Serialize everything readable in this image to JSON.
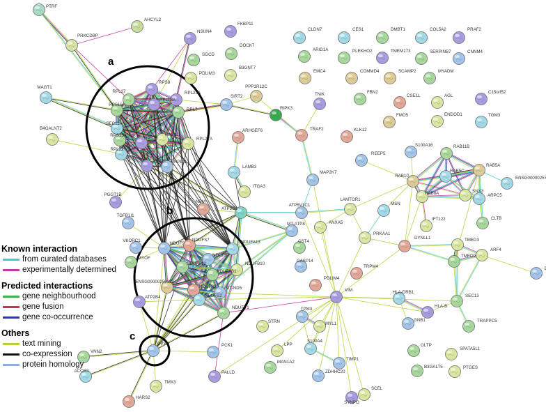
{
  "cluster_labels": [
    "a",
    "b",
    "c"
  ],
  "legend": {
    "groups": [
      {
        "title": "Known interaction",
        "items": [
          {
            "label": "from curated databases",
            "color": "#46c8cd"
          },
          {
            "label": "experimentally determined",
            "color": "#c4379d"
          }
        ]
      },
      {
        "title": "Predicted interactions",
        "items": [
          {
            "label": "gene neighbourhood",
            "color": "#39b54a"
          },
          {
            "label": "gene fusion",
            "color": "#d12e57"
          },
          {
            "label": "gene co-occurrence",
            "color": "#2b3a9c"
          }
        ]
      },
      {
        "title": "Others",
        "items": [
          {
            "label": "text mining",
            "color": "#b5d33a"
          },
          {
            "label": "co-expression",
            "color": "#111111"
          },
          {
            "label": "protein homology",
            "color": "#8fb0d8"
          }
        ]
      }
    ]
  },
  "nodes": [
    {
      "id": "PTRF",
      "color": "#a7d9c4"
    },
    {
      "id": "AHCYL2",
      "color": "#c6dd9c"
    },
    {
      "id": "PRKCDBP",
      "color": "#d5e2a3"
    },
    {
      "id": "NSUN4",
      "color": "#a99be0"
    },
    {
      "id": "FKBP11",
      "color": "#a99be0"
    },
    {
      "id": "SGCD",
      "color": "#a8d79b"
    },
    {
      "id": "DOCK7",
      "color": "#a8d79b"
    },
    {
      "id": "PDLIM3",
      "color": "#d8e6a0"
    },
    {
      "id": "B3GNT7",
      "color": "#d8e6a0"
    },
    {
      "id": "CLDN7",
      "color": "#a2d9e6"
    },
    {
      "id": "CES1",
      "color": "#a2d9e6"
    },
    {
      "id": "DMBT1",
      "color": "#a8d79b"
    },
    {
      "id": "COL5A2",
      "color": "#a2d9e6"
    },
    {
      "id": "PRAF2",
      "color": "#a99be0"
    },
    {
      "id": "ARID1A",
      "color": "#a8d79b"
    },
    {
      "id": "PLEKHO2",
      "color": "#a8d79b"
    },
    {
      "id": "TMEM173",
      "color": "#a99be0"
    },
    {
      "id": "SERPINB7",
      "color": "#a8d79b"
    },
    {
      "id": "CNNM4",
      "color": "#a2c4e8"
    },
    {
      "id": "EMC4",
      "color": "#dccb95"
    },
    {
      "id": "COMMD4",
      "color": "#dccb95"
    },
    {
      "id": "SCAMP2",
      "color": "#dccb95"
    },
    {
      "id": "MYADM",
      "color": "#a8d79b"
    },
    {
      "id": "PPP1R12C",
      "color": "#dccb95"
    },
    {
      "id": "TNIK",
      "color": "#a99be0"
    },
    {
      "id": "FBN2",
      "color": "#a8d79b"
    },
    {
      "id": "CSE1L",
      "color": "#e2a797"
    },
    {
      "id": "AGL",
      "color": "#d8e6a0"
    },
    {
      "id": "C15orf52",
      "color": "#a99be0"
    },
    {
      "id": "FMO5",
      "color": "#dccb95"
    },
    {
      "id": "ENDOD1",
      "color": "#d8e6a0"
    },
    {
      "id": "TGM3",
      "color": "#a2d9e6"
    },
    {
      "id": "MAGT1",
      "color": "#a2d9e6"
    },
    {
      "id": "B4GALNT2",
      "color": "#d8e6a0"
    },
    {
      "id": "RPS8",
      "color": "#a99be0"
    },
    {
      "id": "RPL27",
      "color": "#a8d79b"
    },
    {
      "id": "RPL23A",
      "color": "#a99be0"
    },
    {
      "id": "RPL18A",
      "color": "#a99be0"
    },
    {
      "id": "RPS16",
      "color": "#a8d79b"
    },
    {
      "id": "RPL7",
      "color": "#a8d79b"
    },
    {
      "id": "SEC11A",
      "color": "#a2d9e6"
    },
    {
      "id": "RPS13",
      "color": "#a8d79b"
    },
    {
      "id": "RPS11",
      "color": "#d8e6a0"
    },
    {
      "id": "RPS18",
      "color": "#a99be0"
    },
    {
      "id": "RPL22",
      "color": "#a2d9e6"
    },
    {
      "id": "RPL27A",
      "color": "#d8e6a0"
    },
    {
      "id": "RPS25",
      "color": "#a99be0"
    },
    {
      "id": "RPL11",
      "color": "#a2c4e8"
    },
    {
      "id": "SIRT2",
      "color": "#a2c4e8"
    },
    {
      "id": "RIPK3",
      "color": "#39a950"
    },
    {
      "id": "ARHGEF6",
      "color": "#e2a797"
    },
    {
      "id": "TRAF2",
      "color": "#e2a797"
    },
    {
      "id": "KLK12",
      "color": "#e2a797"
    },
    {
      "id": "LAMB3",
      "color": "#a2d9e6"
    },
    {
      "id": "ITGA3",
      "color": "#d8e6a0"
    },
    {
      "id": "PGGT1B",
      "color": "#a99be0"
    },
    {
      "id": "TGFB1I1",
      "color": "#a2c4e8"
    },
    {
      "id": "NRM",
      "color": "#e2a797"
    },
    {
      "id": "ATP5C1",
      "color": "#7fd3c6"
    },
    {
      "id": "ATP6V1C1",
      "color": "#a2c4e8"
    },
    {
      "id": "MAP2K7",
      "color": "#a2c4e8"
    },
    {
      "id": "REEP5",
      "color": "#a2c4e8"
    },
    {
      "id": "S100A16",
      "color": "#a2c4e8"
    },
    {
      "id": "RAB11B",
      "color": "#a8d79b"
    },
    {
      "id": "RAB5A",
      "color": "#dccb95"
    },
    {
      "id": "RAB10",
      "color": "#dccb95"
    },
    {
      "id": "RAB5C",
      "color": "#a2d9e6"
    },
    {
      "id": "ENSG00000257",
      "color": "#a2d9e6"
    },
    {
      "id": "RAB8A",
      "color": "#d8e6a0"
    },
    {
      "id": "SNX3",
      "color": "#d8e6a0"
    },
    {
      "id": "ARPC5",
      "color": "#a2d9e6"
    },
    {
      "id": "LAMTOR1",
      "color": "#d8e6a0"
    },
    {
      "id": "MSN",
      "color": "#a2d9e6"
    },
    {
      "id": "MT-ATP8",
      "color": "#a2c4e8"
    },
    {
      "id": "ANXA5",
      "color": "#d8e6a0"
    },
    {
      "id": "PRKAA1",
      "color": "#d8e6a0"
    },
    {
      "id": "IFT122",
      "color": "#d8e6a0"
    },
    {
      "id": "CLTB",
      "color": "#a8d79b"
    },
    {
      "id": "NDUFS3",
      "color": "#a2c4e8"
    },
    {
      "id": "NDUFS7",
      "color": "#e2a797"
    },
    {
      "id": "NDUFA13",
      "color": "#a2d9e6"
    },
    {
      "id": "NDUFB7",
      "color": "#a2c4e8"
    },
    {
      "id": "NDUFA12",
      "color": "#a8d79b"
    },
    {
      "id": "NDUFB10",
      "color": "#d8e6a0"
    },
    {
      "id": "NDUFAB1",
      "color": "#a8d79b"
    },
    {
      "id": "ENSG00000259112",
      "color": "#dccb95"
    },
    {
      "id": "NDUFB2",
      "color": "#e2a797"
    },
    {
      "id": "MT-ND5",
      "color": "#a2c4e8"
    },
    {
      "id": "NDUFS2",
      "color": "#a2d9e6"
    },
    {
      "id": "NDUFV1",
      "color": "#a8d79b"
    },
    {
      "id": "VKORC1",
      "color": "#a2c4e8"
    },
    {
      "id": "MYOF",
      "color": "#a8d79b"
    },
    {
      "id": "CST4",
      "color": "#a8d79b"
    },
    {
      "id": "CASP14",
      "color": "#a2c4e8"
    },
    {
      "id": "PDLIM4",
      "color": "#e2a797"
    },
    {
      "id": "TRPM4",
      "color": "#e2a797"
    },
    {
      "id": "DYNLL1",
      "color": "#e2a797"
    },
    {
      "id": "TMED3",
      "color": "#d8e6a0"
    },
    {
      "id": "TMED9",
      "color": "#a8d79b"
    },
    {
      "id": "ARF4",
      "color": "#d8e6a0"
    },
    {
      "id": "BABA",
      "color": "#a2c4e8"
    },
    {
      "id": "HLA-DRB1",
      "color": "#a2d9e6"
    },
    {
      "id": "HLA-B",
      "color": "#a99be0"
    },
    {
      "id": "SEC13",
      "color": "#a8d79b"
    },
    {
      "id": "GNB1",
      "color": "#a2c4e8"
    },
    {
      "id": "TRAPPC5",
      "color": "#a8d79b"
    },
    {
      "id": "VIM",
      "color": "#a99be0"
    },
    {
      "id": "TPM3",
      "color": "#a2c4e8"
    },
    {
      "id": "MYL1",
      "color": "#d8e6a0"
    },
    {
      "id": "STRN",
      "color": "#d8e6a0"
    },
    {
      "id": "ATP2B4",
      "color": "#a99be0"
    },
    {
      "id": "DPYD",
      "color": "#a2c4e8"
    },
    {
      "id": "VNN2",
      "color": "#a8d79b"
    },
    {
      "id": "PCK1",
      "color": "#a2c4e8"
    },
    {
      "id": "LPP",
      "color": "#d8e6a0"
    },
    {
      "id": "S100A4",
      "color": "#a2d9e6"
    },
    {
      "id": "TIMP1",
      "color": "#a2c4e8"
    },
    {
      "id": "GLTP",
      "color": "#a8d79b"
    },
    {
      "id": "SPATA5L1",
      "color": "#d8e6a0"
    },
    {
      "id": "ACOX3",
      "color": "#a2d9e6"
    },
    {
      "id": "PALLD",
      "color": "#a99be0"
    },
    {
      "id": "MAN1A2",
      "color": "#a8d79b"
    },
    {
      "id": "ZDHHC20",
      "color": "#a2c4e8"
    },
    {
      "id": "B3GALT5",
      "color": "#a8d79b"
    },
    {
      "id": "PTGES",
      "color": "#d8e6a0"
    },
    {
      "id": "TMX3",
      "color": "#d8e6a0"
    },
    {
      "id": "HARS2",
      "color": "#e2a797"
    },
    {
      "id": "SCEL",
      "color": "#d8e6a0"
    },
    {
      "id": "SYNPO",
      "color": "#a99be0"
    }
  ]
}
